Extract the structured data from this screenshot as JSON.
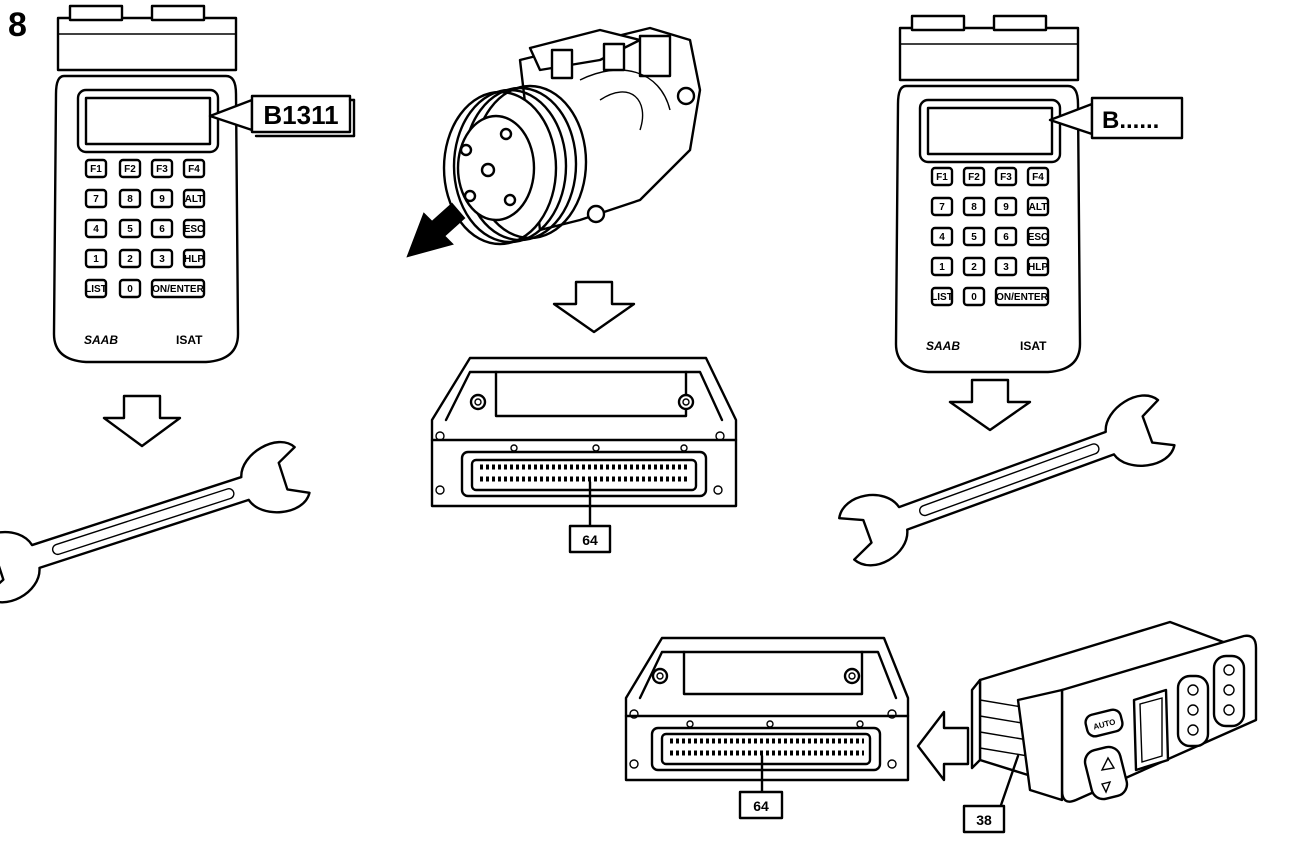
{
  "figure": {
    "step_number": "8"
  },
  "tester_left": {
    "display_code": "B1311",
    "brand": "SAAB",
    "model": "ISAT"
  },
  "tester_right": {
    "display_code": "B......",
    "brand": "SAAB",
    "model": "ISAT"
  },
  "keypad": {
    "f1": "F1",
    "f2": "F2",
    "f3": "F3",
    "f4": "F4",
    "k7": "7",
    "k8": "8",
    "k9": "9",
    "alt": "ALT",
    "k4": "4",
    "k5": "5",
    "k6": "6",
    "esc": "ESC",
    "k1": "1",
    "k2": "2",
    "k3": "3",
    "hlp": "HLP",
    "list": "LIST",
    "k0": "0",
    "enter": "ON/ENTER"
  },
  "labels": {
    "control_module_top": "64",
    "control_module_bottom": "64",
    "climate_panel": "38"
  },
  "climate_panel": {
    "auto": "AUTO"
  }
}
